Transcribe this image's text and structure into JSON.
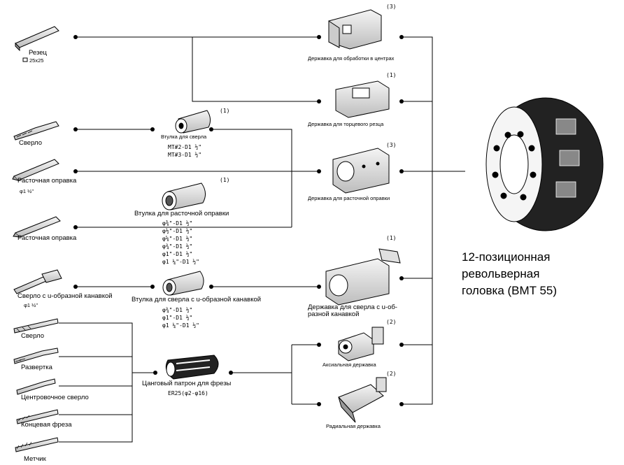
{
  "tools": {
    "rezets": "Резец",
    "rezets_size": "25x25",
    "sverlo": "Сверло",
    "rastoch1": "Расточная оправка",
    "rastoch1_spec": "φ1 ½\"",
    "rastoch2": "Расточная оправка",
    "sverlo_u": "Сверло с u-образной канавкой",
    "sverlo_u_spec": "φ1 ½\"",
    "sverlo2": "Сверло",
    "razvertka": "Развертка",
    "tsentr": "Центровочное сверло",
    "konts": "Концевая фреза",
    "metchik": "Метчик"
  },
  "sleeves": {
    "vtulka_sverla": "Втулка для сверла",
    "vtulka_sverla_qty": "(1)",
    "vtulka_sverla_spec": [
      "MT#2-D1 ½\"",
      "MT#3-D1 ½\""
    ],
    "vtulka_rast": "Втулка для расточной оправки",
    "vtulka_rast_qty": "(1)",
    "vtulka_rast_spec": [
      "φ⅜\"-D1 ½\"",
      "φ½\"-D1 ½\"",
      "φ⅝\"-D1 ½\"",
      "φ¾\"-D1 ½\"",
      "φ1\"-D1 ½\"",
      "φ1 ¼\"-D1 ½\""
    ],
    "vtulka_u": "Втулка для сверла с u-образной канавкой",
    "vtulka_u_spec": [
      "φ¾\"-D1 ½\"",
      "φ1\"-D1 ½\"",
      "φ1 ¼\"-D1 ½\""
    ],
    "tsang": "Цанговый патрон для фрезы",
    "tsang_spec": "ER25(φ2-φ16)"
  },
  "holders": {
    "h1": "Державка для обработки в центрах",
    "h1_qty": "(3)",
    "h2": "Державка для торцевого резца",
    "h2_qty": "(1)",
    "h3": "Державка для расточной оправки",
    "h3_qty": "(3)",
    "h4_line1": "Державка для сверла с u-об-",
    "h4_line2": "разной канавкой",
    "h4_qty": "(1)",
    "h5": "Аксиальная державка",
    "h5_qty": "(2)",
    "h6": "Радиальная державка",
    "h6_qty": "(2)"
  },
  "turret": {
    "line1": "12-позиционная",
    "line2": "револьверная",
    "line3": "головка (BMT 55)"
  }
}
